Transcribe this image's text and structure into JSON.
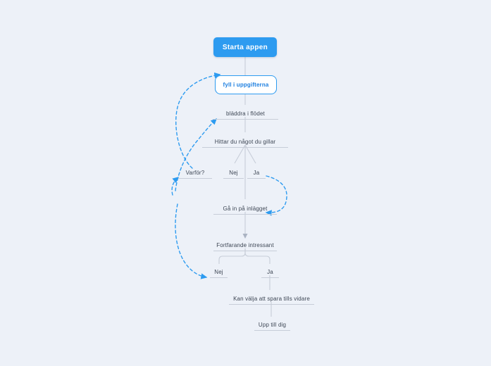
{
  "board": {
    "background_color": "#edf1f8",
    "accent_blue": "#2d9bf0",
    "tree_line_color": "#c7cdd8",
    "text_color": "#3d4654"
  },
  "nodes": [
    {
      "id": "starta",
      "label": "Starta appen",
      "style": "filled-blue-box"
    },
    {
      "id": "fyll",
      "label": "fyll i uppgifterna",
      "style": "outlined-blue-box"
    },
    {
      "id": "bladdra",
      "label": "bläddra i flödet",
      "style": "underline"
    },
    {
      "id": "hittar",
      "label": "Hittar du något du gillar",
      "style": "underline"
    },
    {
      "id": "varfor",
      "label": "Varför?",
      "style": "underline"
    },
    {
      "id": "nej1",
      "label": "Nej",
      "style": "underline"
    },
    {
      "id": "ja1",
      "label": "Ja",
      "style": "underline"
    },
    {
      "id": "gain",
      "label": "Gå in på inlägget",
      "style": "underline"
    },
    {
      "id": "fortfarande",
      "label": "Fortfarande intressant",
      "style": "underline"
    },
    {
      "id": "nej2",
      "label": "Nej",
      "style": "underline"
    },
    {
      "id": "ja2",
      "label": "Ja",
      "style": "underline"
    },
    {
      "id": "kanvalja",
      "label": "Kan välja att spara tills vidare",
      "style": "underline"
    },
    {
      "id": "upptilldig",
      "label": "Upp till dig",
      "style": "underline"
    }
  ],
  "tree_edges": [
    {
      "from": "starta",
      "to": "fyll"
    },
    {
      "from": "fyll",
      "to": "bladdra"
    },
    {
      "from": "bladdra",
      "to": "hittar"
    },
    {
      "from": "hittar",
      "to": "nej1"
    },
    {
      "from": "hittar",
      "to": "ja1"
    },
    {
      "from": "hittar",
      "to": "gain"
    },
    {
      "from": "gain",
      "to": "fortfarande",
      "arrowhead": true
    },
    {
      "from": "fortfarande",
      "to": "nej2"
    },
    {
      "from": "fortfarande",
      "to": "ja2"
    },
    {
      "from": "ja2",
      "to": "kanvalja"
    },
    {
      "from": "kanvalja",
      "to": "upptilldig"
    }
  ],
  "dashed_edges": [
    {
      "from": "varfor",
      "to": "fyll",
      "style": "dashed-blue-curve"
    },
    {
      "from": "varfor",
      "to": "bladdra",
      "style": "dashed-blue-curve"
    },
    {
      "from": null,
      "to": "varfor",
      "style": "dashed-blue-curve"
    },
    {
      "from": "ja1",
      "to": "gain",
      "style": "dashed-blue-curve"
    },
    {
      "from": null,
      "to": "nej2",
      "style": "dashed-blue-curve"
    }
  ]
}
